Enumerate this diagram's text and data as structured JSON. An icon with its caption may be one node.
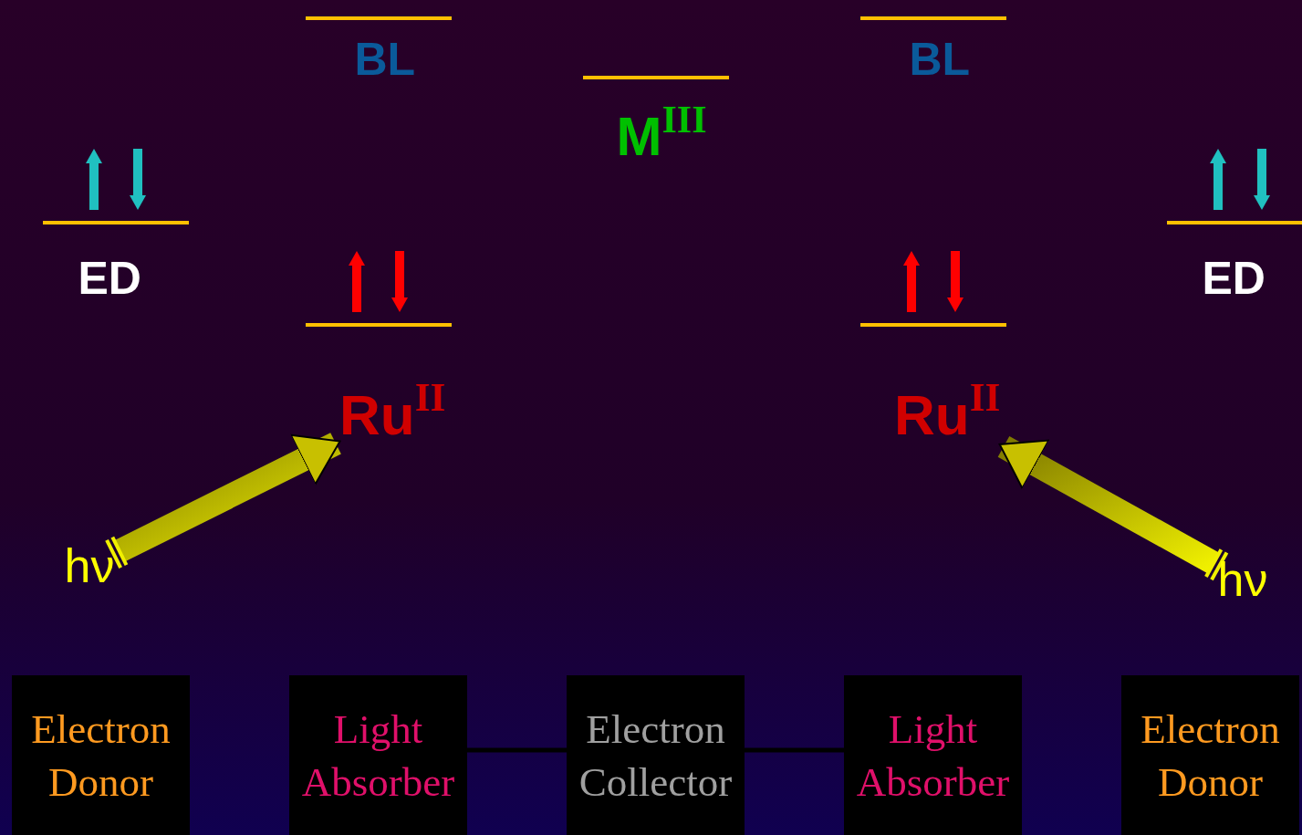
{
  "diagram": {
    "nodes": [
      {
        "text": [
          "Ru$^{II}$"
        ]
      },
      {
        "text": [
          "Ru$^{II}$"
        ]
      },
      {
        "text": [
          "hν"
        ]
      },
      {
        "text": [
          "hν"
        ]
      },
      {
        "text": [
          "Electron Donor"
        ]
      },
      {
        "text": [
          "Light Absorber"
        ]
      },
      {
        "text": [
          "Electron Collector"
        ]
      },
      {
        "text": [
          "Light Absorber"
        ]
      },
      {
        "text": [
          "Electron Donor"
        ]
      }
    ],
    "edges": [
      {
        "from": 2,
        "to": 0,
        "arrow": "to"
      },
      {
        "from": 3,
        "to": 1,
        "arrow": "to"
      },
      {
        "from": 5,
        "to": 6,
        "arrow": "none"
      },
      {
        "from": 6,
        "to": 7,
        "arrow": "none"
      }
    ],
    "labels": [
      "BL",
      "BL",
      "M$^{III}$",
      "ED",
      "ED"
    ]
  }
}
